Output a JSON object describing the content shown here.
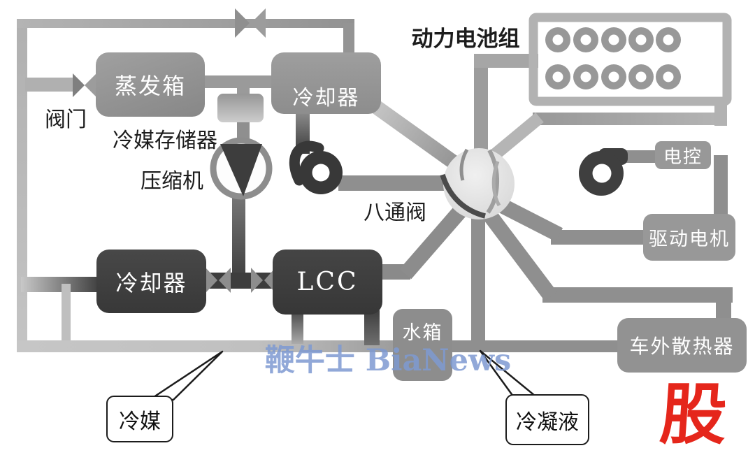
{
  "nodes": {
    "evaporator": "蒸发箱",
    "chiller": "冷却器",
    "cooler": "冷却器",
    "lcc": "LCC",
    "water_tank": "水箱",
    "motor_controller": "电控",
    "drive_motor": "驱动电机",
    "external_radiator": "车外散热器"
  },
  "labels": {
    "valve": "阀门",
    "refrigerant_accumulator": "冷媒存储器",
    "compressor": "压缩机",
    "battery_pack": "动力电池组",
    "octovalve": "八通阀"
  },
  "callouts": {
    "refrigerant": "冷媒",
    "condensate": "冷凝液"
  },
  "watermark": "鞭牛士 BiaNews",
  "corner_logo": "股",
  "colors": {
    "dark_node": "#3d3d3d",
    "gray_node": "#949494",
    "pipe_light": "#bdbdbd",
    "pipe_mid": "#8f8f8f",
    "pump_dark": "#3a3a3a",
    "octovalve_fill": "#e4e4e4",
    "watermark_blue": "#7e9ad2",
    "logo_red": "#e5261b"
  }
}
